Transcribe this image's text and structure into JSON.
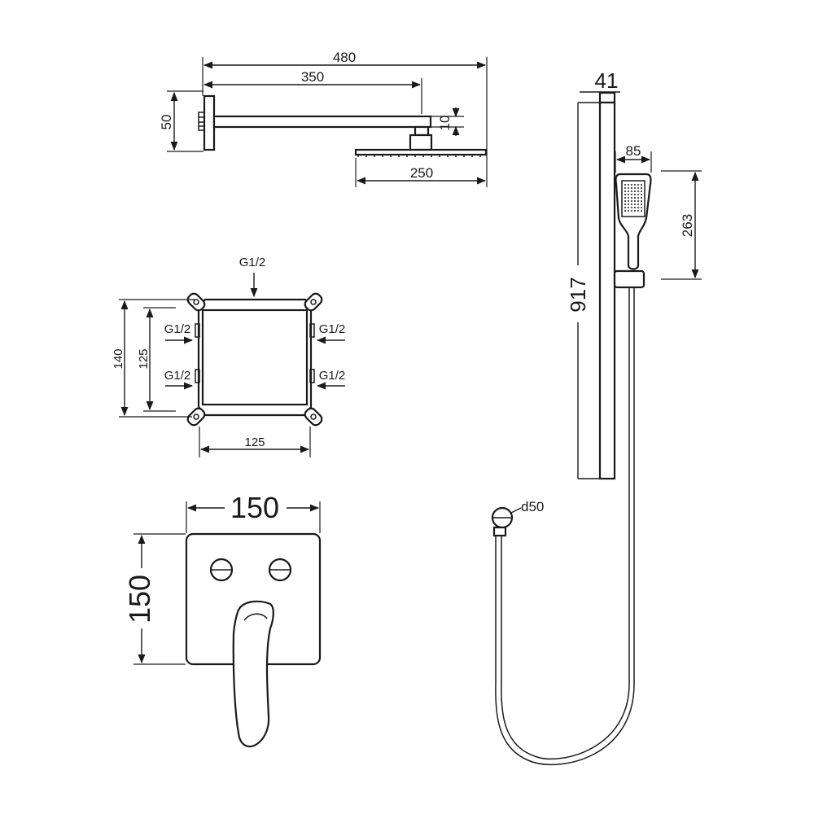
{
  "shower_arm": {
    "total_length": "480",
    "arm_length": "350",
    "plate_height": "50",
    "head_offset": "10",
    "head_width": "250"
  },
  "mixer_box": {
    "top_inlet": "G1/2",
    "inlet_left_upper": "G1/2",
    "inlet_left_lower": "G1/2",
    "inlet_right_upper": "G1/2",
    "inlet_right_lower": "G1/2",
    "outer_height": "140",
    "inner_height": "125",
    "width": "125"
  },
  "cover_plate": {
    "width": "150",
    "height": "150"
  },
  "slide_rail": {
    "rail_width": "41",
    "rail_height": "917",
    "handset_width": "85",
    "handset_height": "263",
    "wall_outlet": "d50"
  }
}
